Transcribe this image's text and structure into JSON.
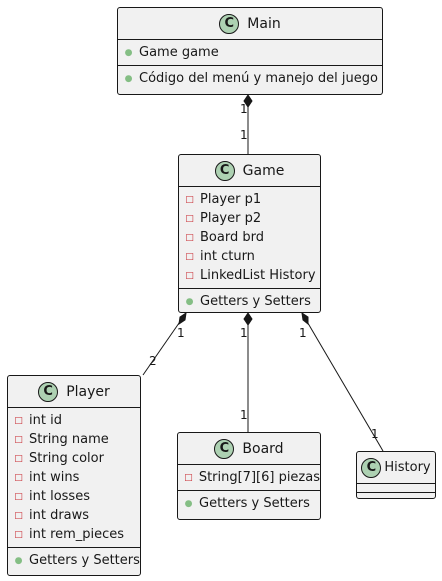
{
  "classes": {
    "main": {
      "badge": "C",
      "name": "Main",
      "fields": [
        {
          "vis": "public",
          "text": "Game game"
        }
      ],
      "methods": [
        {
          "vis": "public",
          "text": "Código del menú y manejo del juego"
        }
      ]
    },
    "game": {
      "badge": "C",
      "name": "Game",
      "fields": [
        {
          "vis": "private",
          "text": "Player p1"
        },
        {
          "vis": "private",
          "text": "Player p2"
        },
        {
          "vis": "private",
          "text": "Board brd"
        },
        {
          "vis": "private",
          "text": "int cturn"
        },
        {
          "vis": "private",
          "text": "LinkedList History"
        }
      ],
      "methods": [
        {
          "vis": "public",
          "text": "Getters y Setters"
        }
      ]
    },
    "player": {
      "badge": "C",
      "name": "Player",
      "fields": [
        {
          "vis": "private",
          "text": "int id"
        },
        {
          "vis": "private",
          "text": "String name"
        },
        {
          "vis": "private",
          "text": "String color"
        },
        {
          "vis": "private",
          "text": "int wins"
        },
        {
          "vis": "private",
          "text": "int losses"
        },
        {
          "vis": "private",
          "text": "int draws"
        },
        {
          "vis": "private",
          "text": "int rem_pieces"
        }
      ],
      "methods": [
        {
          "vis": "public",
          "text": "Getters y Setters"
        }
      ]
    },
    "board": {
      "badge": "C",
      "name": "Board",
      "fields": [
        {
          "vis": "private",
          "text": "String[7][6] piezas"
        }
      ],
      "methods": [
        {
          "vis": "public",
          "text": "Getters y Setters"
        }
      ]
    },
    "history": {
      "badge": "C",
      "name": "History",
      "fields": [],
      "methods": []
    }
  },
  "relations": {
    "main_game": {
      "from_mult": "1",
      "to_mult": "1"
    },
    "game_player": {
      "from_mult": "1",
      "to_mult": "2"
    },
    "game_board": {
      "from_mult": "1",
      "to_mult": "1"
    },
    "game_history": {
      "from_mult": "1",
      "to_mult": "1"
    }
  },
  "colors": {
    "class_fill": "#f1f1f1",
    "border": "#181818",
    "badge_fill": "#add1b2",
    "private_marker": "#c82930",
    "public_marker": "#84be84"
  }
}
